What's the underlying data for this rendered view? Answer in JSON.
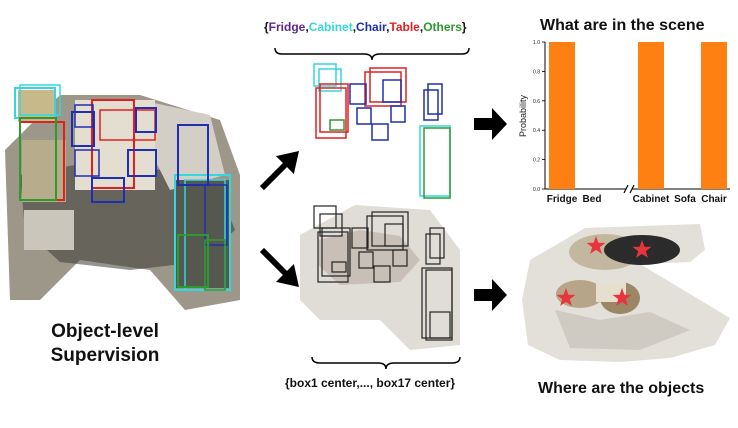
{
  "main_label_line1": "Object-level",
  "main_label_line2": "Supervision",
  "class_list": {
    "open": "{",
    "close": "}",
    "sep": ",",
    "items": [
      {
        "text": "Fridge",
        "color": "#5b2a86"
      },
      {
        "text": "Cabinet",
        "color": "#35d6e0"
      },
      {
        "text": "Chair",
        "color": "#1f2fb0"
      },
      {
        "text": "Table",
        "color": "#e02020"
      },
      {
        "text": "Others",
        "color": "#2e9a2e"
      }
    ]
  },
  "box_list_text": "{box1 center,..., box17 center}",
  "title_what": "What are in the scene",
  "title_where": "Where are the objects",
  "chart_data": {
    "type": "bar",
    "categories": [
      "Fridge",
      "Bed",
      "Cabinet",
      "Sofa",
      "Chair"
    ],
    "values": [
      1.0,
      0.0,
      1.0,
      0.0,
      1.0
    ],
    "ylabel": "Probability",
    "ylim": [
      0,
      1.0
    ],
    "yticks": [
      "0.0",
      "0.2",
      "0.4",
      "0.6",
      "0.8",
      "1.0"
    ],
    "axis_break": "between Bed and Cabinet",
    "bar_color": "#ff8012",
    "grid": false
  },
  "colors": {
    "fridge": "#5b2a86",
    "cabinet": "#35d6e0",
    "chair": "#1f2fb0",
    "table": "#e02020",
    "others": "#2e9a2e",
    "arrow": "#000000",
    "star": "#e8343c"
  }
}
